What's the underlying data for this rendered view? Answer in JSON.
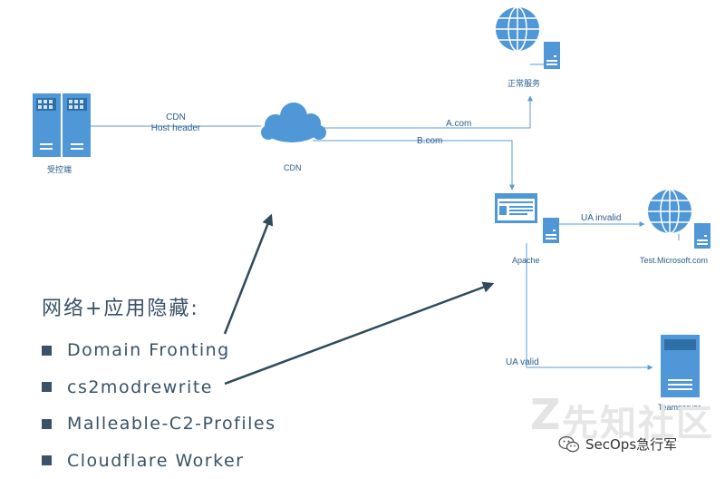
{
  "nodes": {
    "controlled": "受控端",
    "cdn": "CDN",
    "normal_service": "正常服务",
    "apache": "Apache",
    "test_site": "Test.Microsoft.com",
    "teamserver": "Teamserver"
  },
  "edges": {
    "cdn_host": [
      "CDN",
      "Host header"
    ],
    "a_com": "A.com",
    "b_com": "B.com",
    "ua_invalid": "UA invalid",
    "ua_valid": "UA valid"
  },
  "heading": "网络+应用隐藏:",
  "techniques": [
    "Domain Fronting",
    "cs2modrewrite",
    "Malleable-C2-Profiles",
    "Cloudflare Worker"
  ],
  "watermark": "先知社区",
  "brand": "SecOps急行军",
  "colors": {
    "icon": "#4f97d6",
    "icon_dark": "#2e6fa8",
    "line": "#5b9bd5",
    "text": "#3a5166",
    "arrow": "#2f4a5c"
  }
}
